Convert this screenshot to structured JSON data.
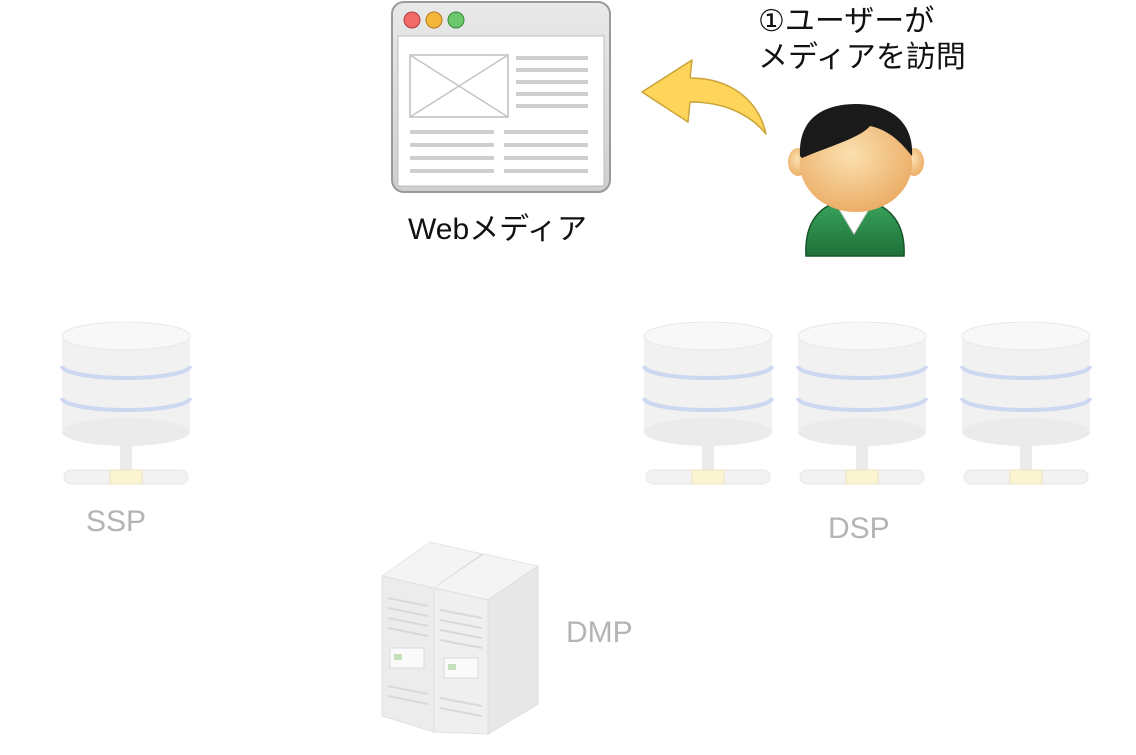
{
  "step1": {
    "line1": "①ユーザーが",
    "line2": "メディアを訪問"
  },
  "web_media": {
    "label": "Webメディア"
  },
  "ssp": {
    "label": "SSP"
  },
  "dsp": {
    "label": "DSP"
  },
  "dmp": {
    "label": "DMP"
  },
  "colors": {
    "arrow": "#ffd45a",
    "user_shirt": "#2a8a4a",
    "user_hair": "#1a1a1a",
    "user_skin": "#f5c07a",
    "faded_gray": "#b4b4b4"
  }
}
